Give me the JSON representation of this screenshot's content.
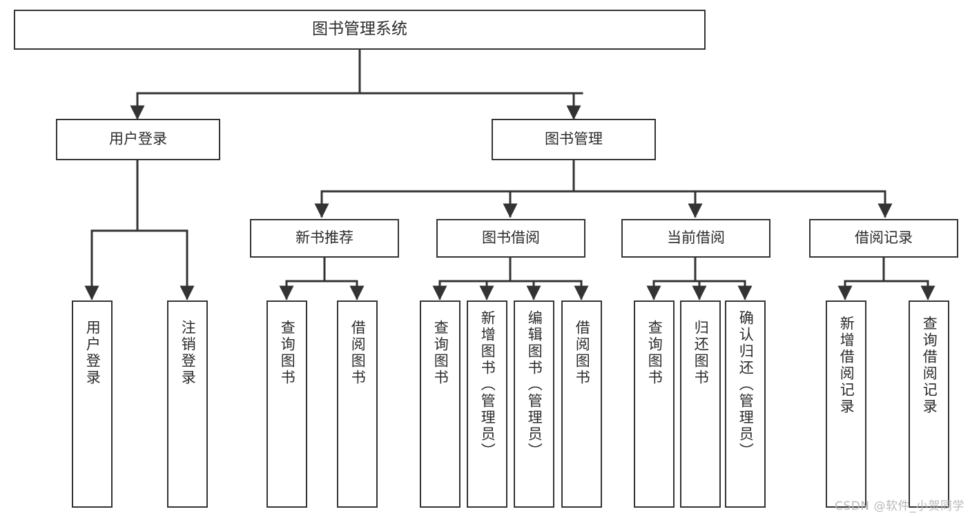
{
  "diagram": {
    "title": "图书管理系统",
    "type": "tree-hierarchy",
    "stroke_color": "#333333",
    "fill_color": "#ffffff",
    "text_color": "#2b2b2b",
    "watermark": "CSDN @软件_小贺同学"
  },
  "nodes": {
    "root": {
      "label": "图书管理系统"
    },
    "level1": [
      {
        "label": "用户登录"
      },
      {
        "label": "图书管理"
      }
    ],
    "level2": [
      {
        "label": "新书推荐"
      },
      {
        "label": "图书借阅"
      },
      {
        "label": "当前借阅"
      },
      {
        "label": "借阅记录"
      }
    ],
    "leaves_user_login": [
      {
        "label": "用户登录"
      },
      {
        "label": "注销登录"
      }
    ],
    "leaves_new_book": [
      {
        "label": "查询图书"
      },
      {
        "label": "借阅图书"
      }
    ],
    "leaves_borrow": [
      {
        "label": "查询图书"
      },
      {
        "label": "新增图书（管理员）"
      },
      {
        "label": "编辑图书（管理员）"
      },
      {
        "label": "借阅图书"
      }
    ],
    "leaves_current": [
      {
        "label": "查询图书"
      },
      {
        "label": "归还图书"
      },
      {
        "label": "确认归还（管理员）"
      }
    ],
    "leaves_record": [
      {
        "label": "新增借阅记录"
      },
      {
        "label": "查询借阅记录"
      }
    ]
  }
}
